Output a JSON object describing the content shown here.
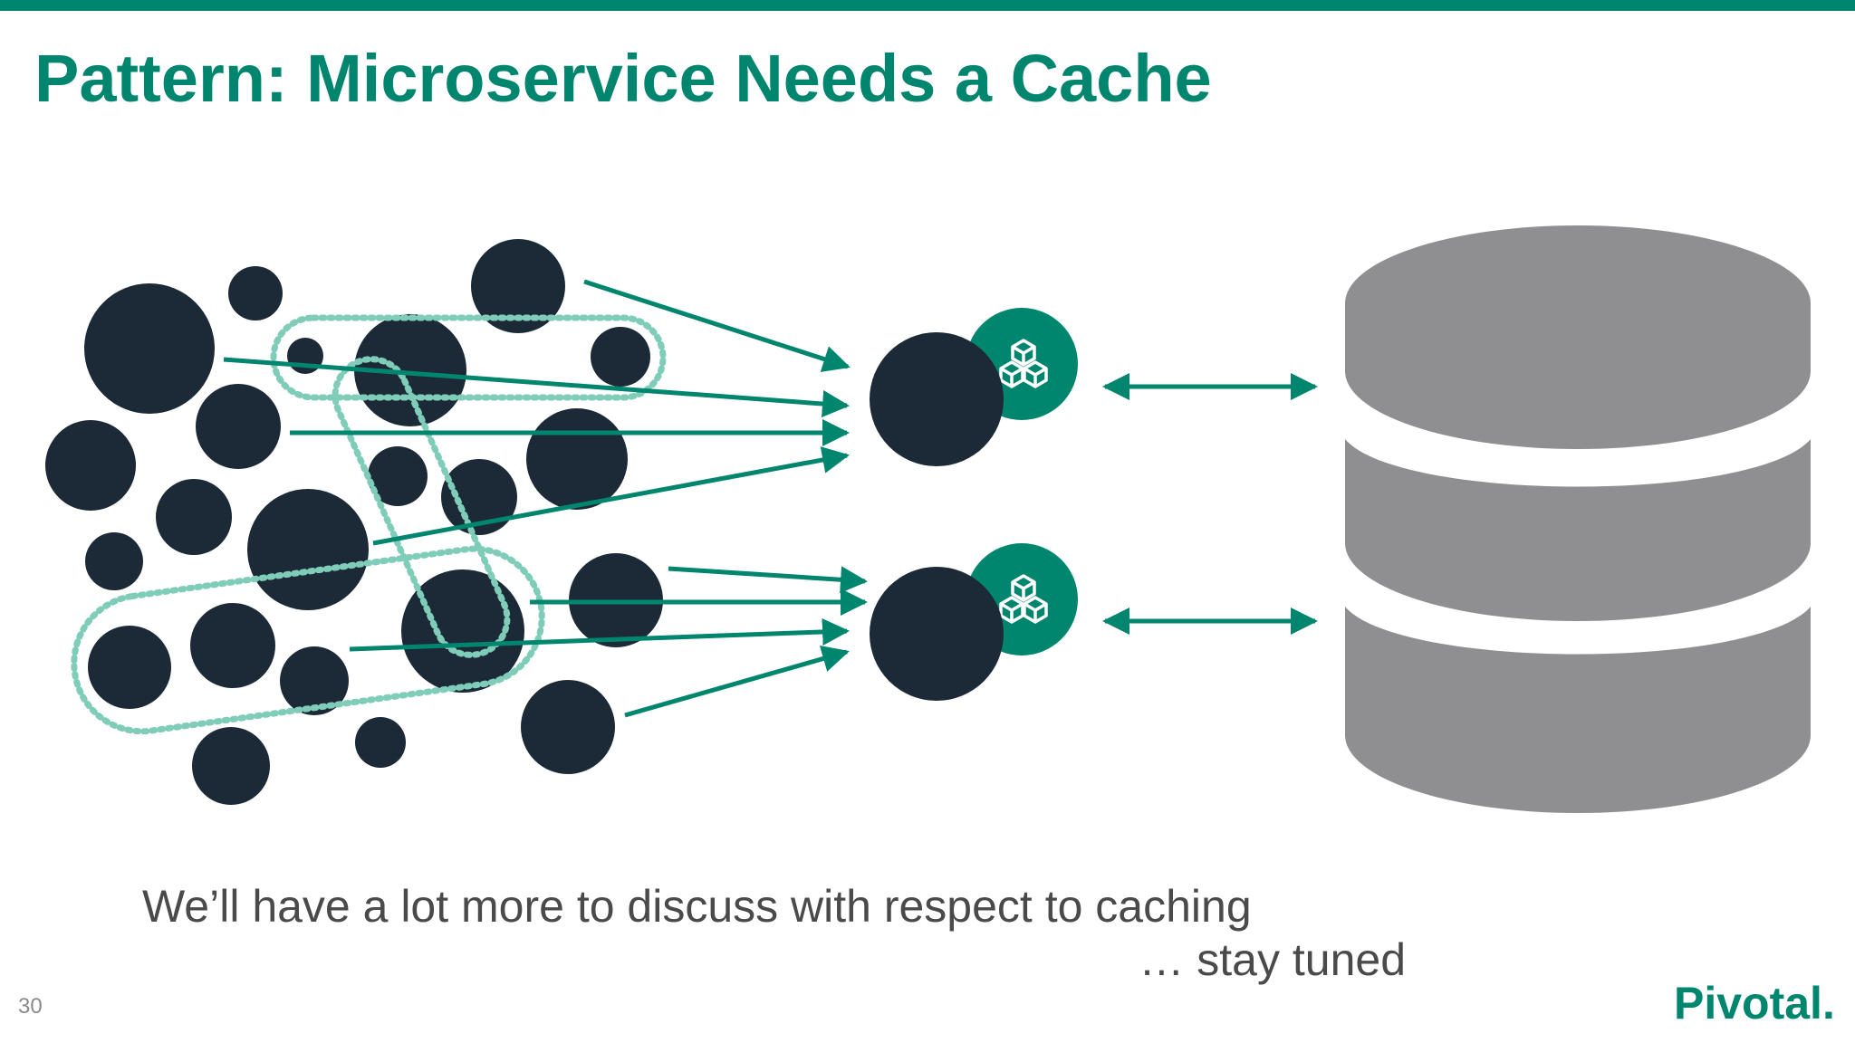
{
  "slide": {
    "title": "Pattern: Microservice Needs a Cache",
    "caption_line_1": "We’ll have a lot more to discuss with respect to caching",
    "caption_line_2": "… stay tuned",
    "slide_number": "30",
    "logo_text": "Pivotal."
  },
  "colors": {
    "brand": "#00856f",
    "node": "#1b2a36",
    "database": "#8f8e91",
    "highlight_outline": "#7fcdb9",
    "text": "#4a4a4a"
  },
  "diagram": {
    "microservice_cloud": "dark-circle-cluster",
    "highlighted_groups": 3,
    "services": [
      {
        "name": "service-top",
        "cache_badge": "cubes-icon"
      },
      {
        "name": "service-bottom",
        "cache_badge": "cubes-icon"
      }
    ],
    "datastore": "database-icon"
  }
}
